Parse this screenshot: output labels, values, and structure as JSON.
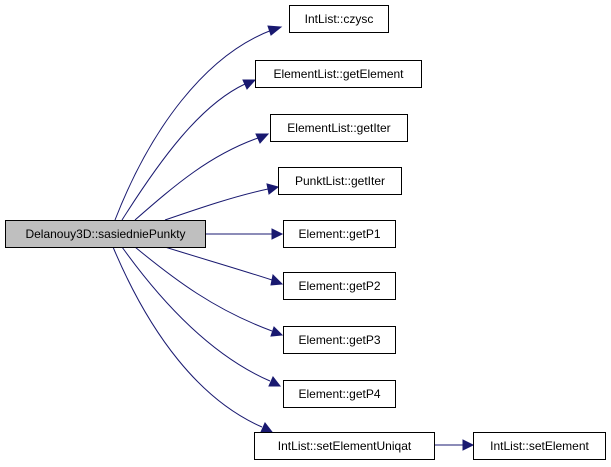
{
  "root": "Delanouy3D::sasiedniePunkty",
  "callees": [
    "IntList::czysc",
    "ElementList::getElement",
    "ElementList::getIter",
    "PunktList::getIter",
    "Element::getP1",
    "Element::getP2",
    "Element::getP3",
    "Element::getP4",
    "IntList::setElementUniqat"
  ],
  "secondary": "IntList::setElement",
  "colors": {
    "edge": "#191970",
    "root_fill": "#bfbfbf",
    "node_fill": "#ffffff"
  }
}
